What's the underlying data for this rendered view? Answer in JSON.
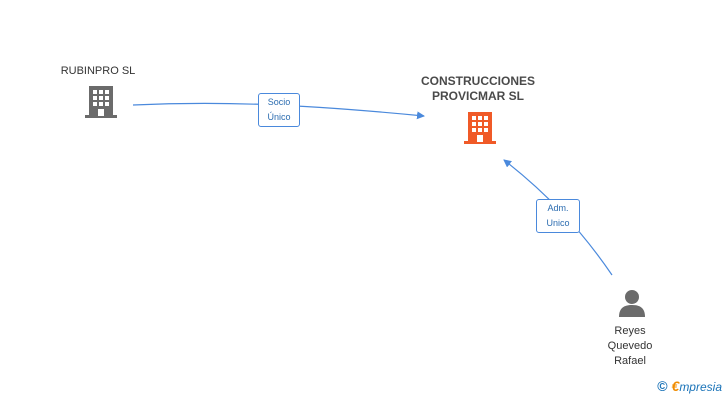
{
  "nodes": {
    "rubinpro": {
      "label": "RUBINPRO SL",
      "icon": "building-icon",
      "color": "#6b6b6b"
    },
    "construcciones": {
      "label_line1": "CONSTRUCCIONES",
      "label_line2": "PROVICMAR SL",
      "icon": "building-icon",
      "color": "#f05a28"
    },
    "person": {
      "label_line1": "Reyes",
      "label_line2": "Quevedo",
      "label_line3": "Rafael",
      "icon": "person-icon",
      "color": "#6b6b6b"
    }
  },
  "edges": [
    {
      "from": "rubinpro",
      "to": "construcciones",
      "label_line1": "Socio",
      "label_line2": "Único"
    },
    {
      "from": "person",
      "to": "construcciones",
      "label_line1": "Adm.",
      "label_line2": "Unico"
    }
  ],
  "colors": {
    "edge": "#4a89dc"
  },
  "watermark": {
    "copyright": "©",
    "brand_initial": "€",
    "brand_rest": "mpresia"
  }
}
